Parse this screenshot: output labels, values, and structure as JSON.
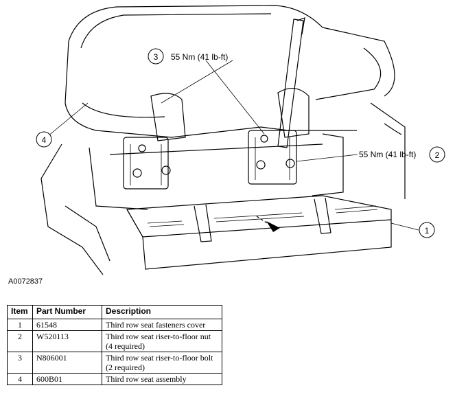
{
  "callouts": [
    {
      "number": "1"
    },
    {
      "number": "2",
      "torque": "55 Nm (41 lb-ft)"
    },
    {
      "number": "3",
      "torque": "55 Nm (41 lb-ft)"
    },
    {
      "number": "4"
    }
  ],
  "figure_id": "A0072837",
  "table": {
    "headers": [
      "Item",
      "Part Number",
      "Description"
    ],
    "rows": [
      {
        "item": "1",
        "part_number": "61548",
        "description": "Third row seat fasteners cover"
      },
      {
        "item": "2",
        "part_number": "W520113",
        "description": "Third row seat riser-to-floor nut (4 required)"
      },
      {
        "item": "3",
        "part_number": "N806001",
        "description": "Third row seat riser-to-floor bolt (2 required)"
      },
      {
        "item": "4",
        "part_number": "600B01",
        "description": "Third row seat assembly"
      }
    ]
  }
}
